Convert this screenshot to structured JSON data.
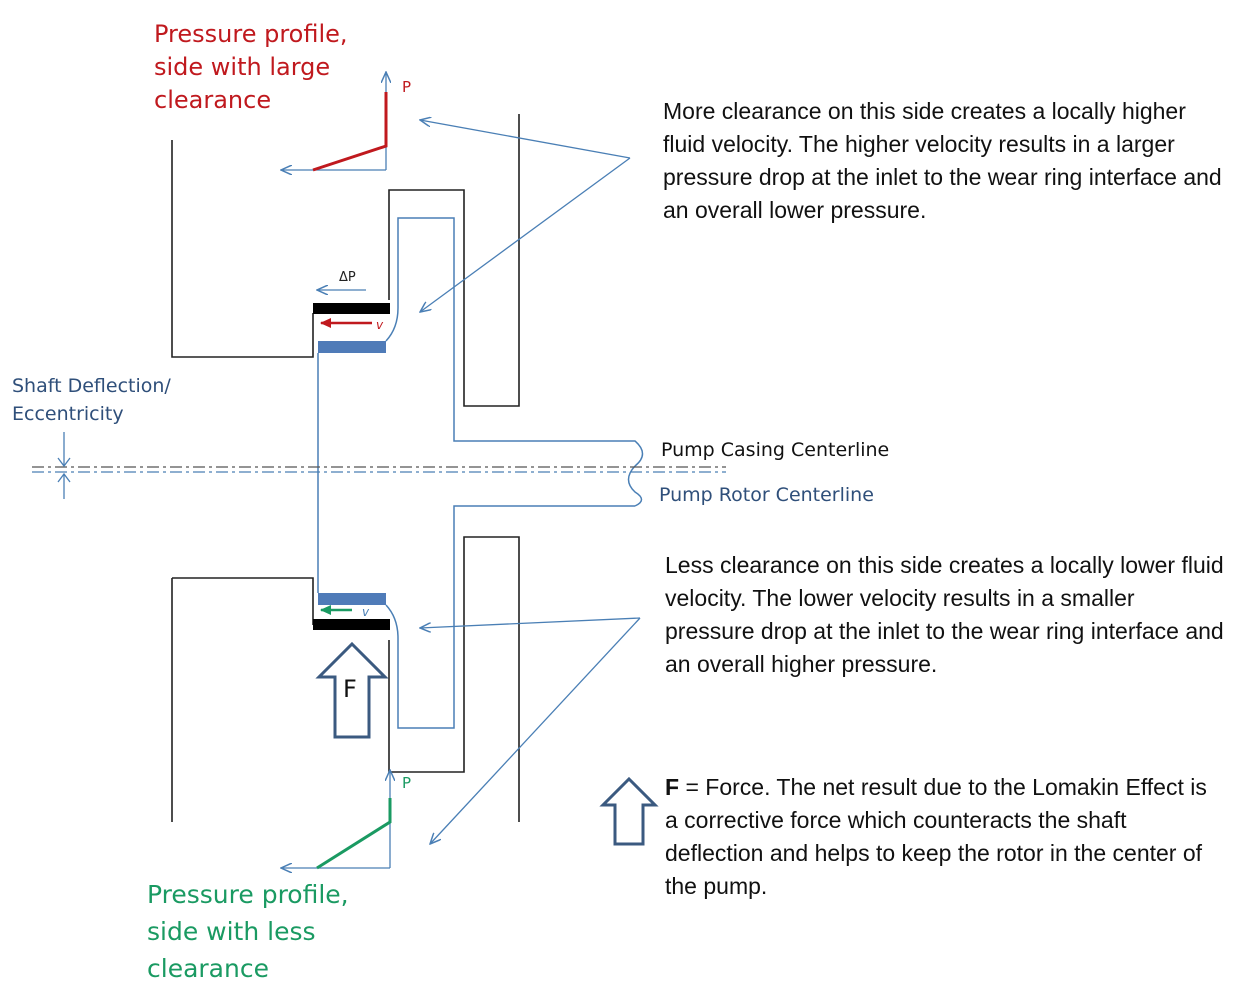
{
  "labels": {
    "pressure_top": "Pressure profile,\nside with large\nclearance",
    "pressure_bottom": "Pressure profile,\nside with less\nclearance",
    "shaft": "Shaft Deflection/\nEccentricity",
    "casing_centerline": "Pump Casing Centerline",
    "rotor_centerline": "Pump Rotor Centerline",
    "p_top": "P",
    "p_bottom": "P",
    "delta_p": "ΔP",
    "v_top": "v",
    "v_bottom": "v",
    "force_letter": "F"
  },
  "notes": {
    "top": "More clearance on this side creates a locally higher fluid velocity. The higher velocity results in a larger pressure drop at the inlet to the wear ring interface and an overall lower pressure.",
    "bottom": "Less clearance on this side creates a locally lower fluid velocity. The lower velocity results in a smaller pressure drop at the inlet to the wear ring interface and an overall higher pressure.",
    "force_bold": "F",
    "force_rest": " = Force. The net result due to the Lomakin Effect is a corrective force which counteracts the shaft deflection and helps to keep the rotor in the center of the pump."
  },
  "colors": {
    "red": "#c0191e",
    "green": "#1a9a62",
    "blue": "#2f4f7a",
    "line_blue": "#4a7fb5",
    "wear_ring_blue": "#4f7bb8",
    "arrow_outline": "#3b5a80"
  }
}
